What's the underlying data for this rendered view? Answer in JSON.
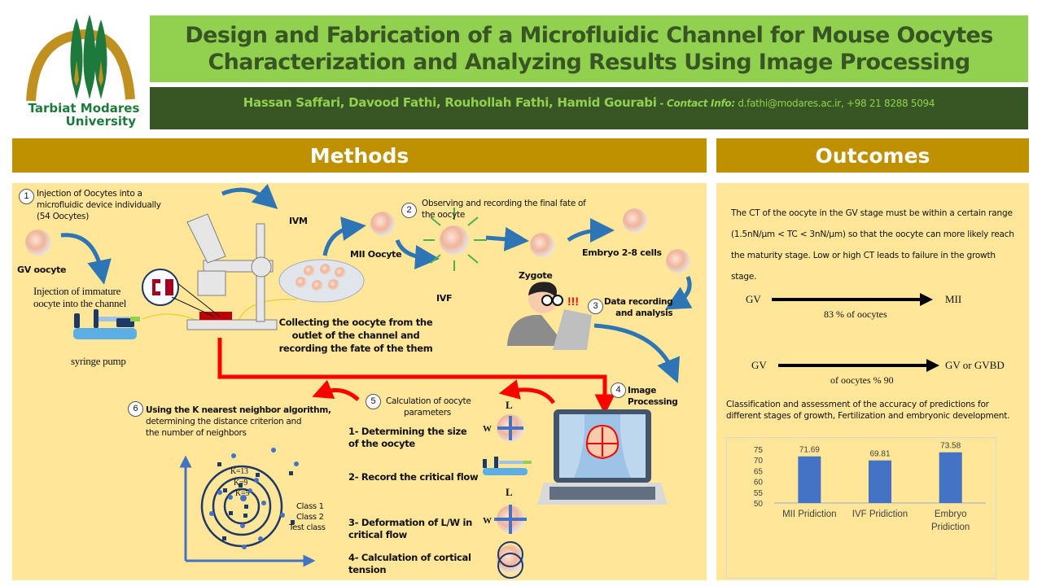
{
  "header": {
    "logo_line1": "Tarbiat Modares",
    "logo_line2": "University",
    "title_line1": "Design and Fabrication of a Microfluidic Channel for Mouse Oocytes",
    "title_line2": "Characterization and Analyzing Results Using Image Processing",
    "authors": "Hassan Saffari, Davood Fathi, Rouhollah Fathi, Hamid Gourabi",
    "contact_label": " - Contact Info:",
    "contact_value": " d.fathi@modares.ac.ir, +98 21 8288 5094",
    "colors": {
      "title_band": "#92d050",
      "author_band": "#375623",
      "section_head": "#bf9000",
      "panel": "#ffe699"
    }
  },
  "methods": {
    "heading": "Methods",
    "step1": {
      "num": "1",
      "text": [
        "Injection of Oocytes into a",
        "microfluidic device individually",
        "(54 Oocytes)"
      ]
    },
    "gv_oocyte": "GV oocyte",
    "injection": [
      "Injection of immature",
      "oocyte into the channel"
    ],
    "syringe_pump": "syringe pump",
    "ivm": "IVM",
    "collecting": [
      "Collecting the oocyte from the",
      "outlet of the channel and",
      "recording the fate of the them"
    ],
    "mii_oocyte": "MII Oocyte",
    "step2": {
      "num": "2",
      "text": [
        "Observing and recording the final fate of",
        "the oocyte"
      ]
    },
    "ivf": "IVF",
    "zygote": "Zygote",
    "embryo": "Embryo 2-8 cells",
    "step3": {
      "num": "3",
      "text": [
        "Data recording",
        "and analysis"
      ]
    },
    "step4": {
      "num": "4",
      "text": "Image Processing"
    },
    "step5": {
      "num": "5",
      "text": [
        "Calculation of oocyte",
        "parameters"
      ]
    },
    "params": [
      [
        "1- Determining the size",
        "of the oocyte"
      ],
      [
        "2- Record the critical flow"
      ],
      [
        "3- Deformation of L/W in",
        "critical flow"
      ],
      [
        "4- Calculation of cortical",
        "tension"
      ]
    ],
    "dim_L": "L",
    "dim_W": "W",
    "step6": {
      "num": "6",
      "text": [
        "Using the K nearest neighbor algorithm,",
        "determining the distance criterion and",
        "the number of neighbors"
      ]
    },
    "knn": {
      "k_labels": [
        "K=13",
        "K=9",
        "K=5"
      ],
      "legend": [
        "Class 1",
        "Class 2",
        "Test class"
      ],
      "colors": {
        "class1": "#4472c4",
        "class2": "#1f3864",
        "test": "#4472c4"
      }
    }
  },
  "outcomes": {
    "heading": "Outcomes",
    "paragraph": "The CT of the oocyte in the GV stage must be within a certain range (1.5nN/µm < TC < 3nN/µm) so that the oocyte can more likely reach the maturity stage. Low or high CT leads to failure in the growth stage.",
    "flow1": {
      "from": "GV",
      "to": "MII",
      "caption": "83 % of oocytes"
    },
    "flow2": {
      "from": "GV",
      "to": "GV or GVBD",
      "caption": "of oocytes % 90"
    },
    "classification": "Classification and assessment of the accuracy of predictions for different stages of growth,  Fertilization and embryonic development."
  },
  "chart_data": {
    "type": "bar",
    "title": "",
    "categories": [
      "MII Pridiction",
      "IVF Pridiction",
      "Embryo Pridiction"
    ],
    "category_lines": [
      [
        "MII Pridiction"
      ],
      [
        "IVF Pridiction"
      ],
      [
        "Embryo",
        "Pridiction"
      ]
    ],
    "values": [
      71.69,
      69.81,
      73.58
    ],
    "data_labels": [
      "71.69",
      "69.81",
      "73.58"
    ],
    "yticks": [
      50,
      55,
      60,
      65,
      70,
      75
    ],
    "ylim": [
      50,
      75
    ],
    "xlabel": "",
    "ylabel": "",
    "grid": false,
    "bar_color": "#4472c4"
  }
}
